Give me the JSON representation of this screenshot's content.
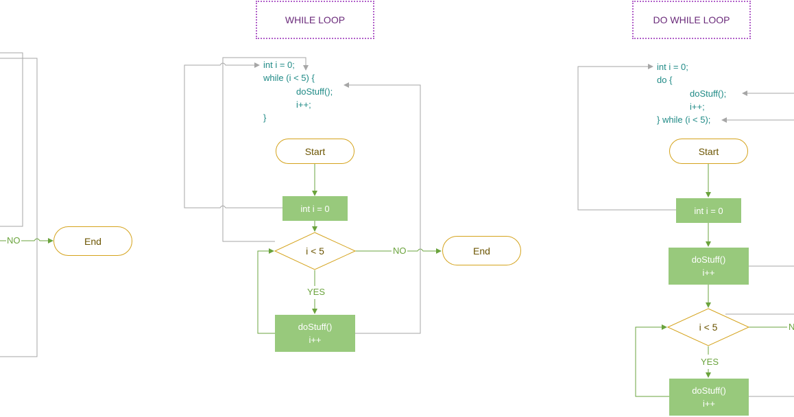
{
  "left_partial": {
    "no_label": "NO",
    "end_label": "End"
  },
  "while_loop": {
    "title": "WHILE LOOP",
    "code": [
      "int i = 0;",
      "while (i < 5) {",
      "doStuff();",
      "i++;",
      "}"
    ],
    "start_label": "Start",
    "init_label": "int i = 0",
    "condition_label": "i < 5",
    "yes_label": "YES",
    "no_label": "NO",
    "body_lines": [
      "doStuff()",
      "i++"
    ],
    "end_label": "End"
  },
  "do_while_loop": {
    "title": "DO WHILE LOOP",
    "code": [
      "int i = 0;",
      "do {",
      "doStuff();",
      "i++;",
      "} while (i < 5);"
    ],
    "start_label": "Start",
    "init_label": "int i = 0",
    "body_lines": [
      "doStuff()",
      "i++"
    ],
    "condition_label": "i < 5",
    "yes_label": "YES",
    "no_label_partial": "N",
    "body2_lines": [
      "doStuff()",
      "i++"
    ]
  },
  "colors": {
    "flow_arrow": "#6aa33c",
    "reference_arrow": "#a6a6a6",
    "process_fill": "#98c97c",
    "terminal_border": "#d4a21a",
    "title_border": "#b05ec8",
    "code_text": "#1f8a86"
  }
}
